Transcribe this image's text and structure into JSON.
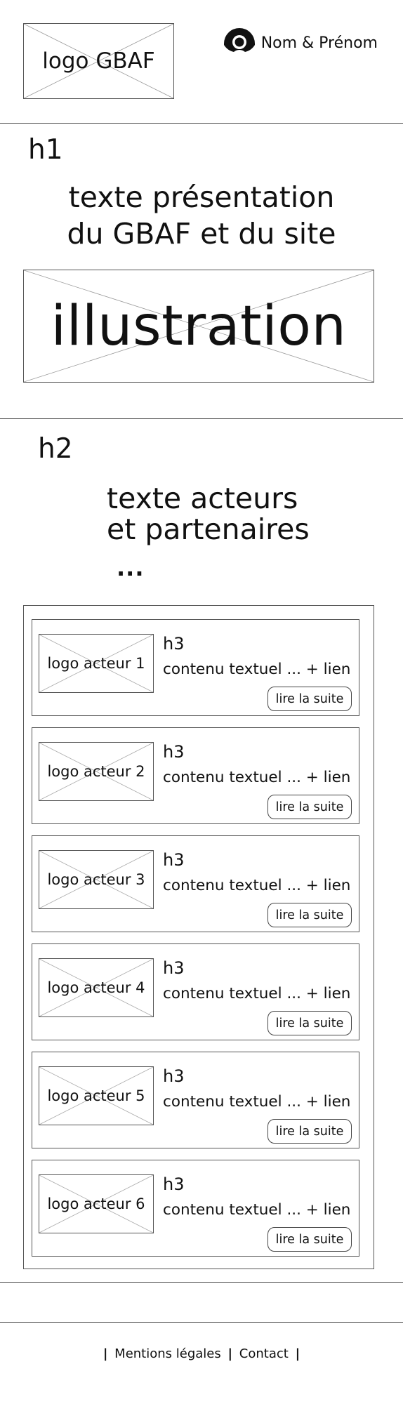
{
  "header": {
    "logo_label": "logo GBAF",
    "user_name": "Nom & Prénom",
    "user_icon": "user-avatar-icon"
  },
  "hero": {
    "heading_tag": "h1",
    "intro_line1": "texte présentation",
    "intro_line2": "du GBAF et du site",
    "illustration_label": "illustration"
  },
  "partners_section": {
    "heading_tag": "h2",
    "text_line1": "texte acteurs",
    "text_line2": "et partenaires",
    "ellipsis": "..."
  },
  "actors": [
    {
      "logo": "logo acteur 1",
      "heading": "h3",
      "text": "contenu textuel ... + lien",
      "button": "lire la suite"
    },
    {
      "logo": "logo acteur 2",
      "heading": "h3",
      "text": "contenu textuel ... + lien",
      "button": "lire la suite"
    },
    {
      "logo": "logo acteur 3",
      "heading": "h3",
      "text": "contenu textuel ... + lien",
      "button": "lire la suite"
    },
    {
      "logo": "logo acteur 4",
      "heading": "h3",
      "text": "contenu textuel ... + lien",
      "button": "lire la suite"
    },
    {
      "logo": "logo acteur 5",
      "heading": "h3",
      "text": "contenu textuel ... + lien",
      "button": "lire la suite"
    },
    {
      "logo": "logo acteur 6",
      "heading": "h3",
      "text": "contenu textuel ... + lien",
      "button": "lire la suite"
    }
  ],
  "footer": {
    "separator": "|",
    "legal": "Mentions légales",
    "contact": "Contact"
  }
}
